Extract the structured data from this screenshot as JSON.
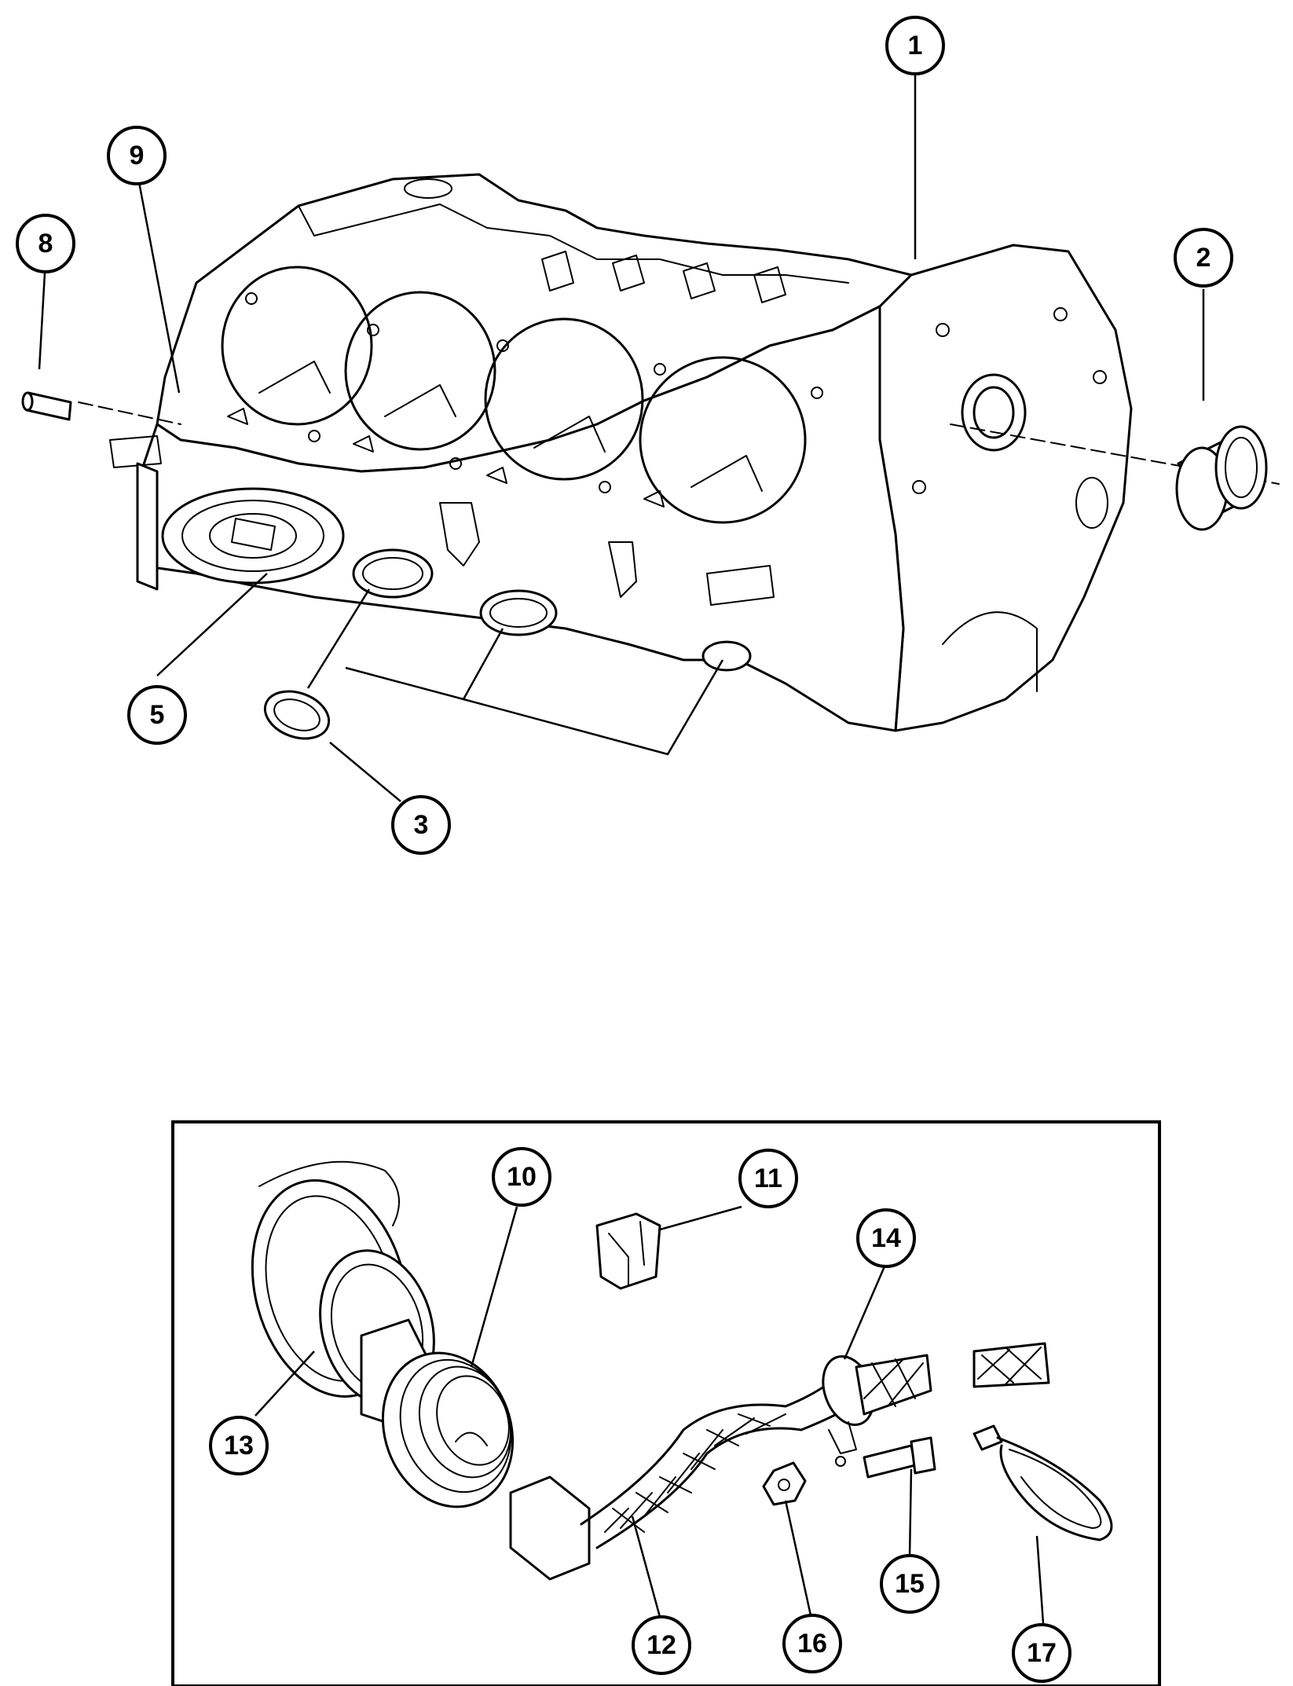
{
  "callouts": {
    "c1": "1",
    "c2": "2",
    "c3": "3",
    "c5": "5",
    "c8": "8",
    "c9": "9",
    "c10": "10",
    "c11": "11",
    "c12": "12",
    "c13": "13",
    "c14": "14",
    "c15": "15",
    "c16": "16",
    "c17": "17"
  }
}
